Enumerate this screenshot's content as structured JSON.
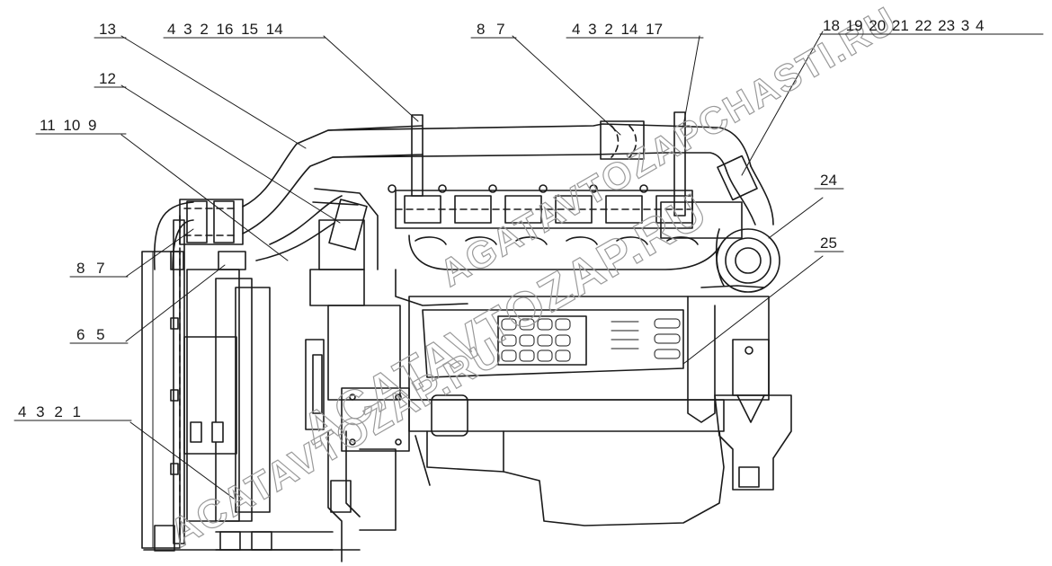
{
  "watermark": {
    "main": "ACATAVTOZAP.RU",
    "top": "AGATAVTOZAPCHASTI.RU",
    "bottom": "ACATAVTOZAP.RU"
  },
  "callouts": [
    {
      "id": "c-13",
      "text": "13"
    },
    {
      "id": "c-4-3-2-16-15-14a",
      "text": "4 3 2 16 15 14"
    },
    {
      "id": "c-8-7-top",
      "text": "8 7"
    },
    {
      "id": "c-4-3-2-14-17",
      "text": "4 3 2 14 17"
    },
    {
      "id": "c-18-23-3-4",
      "text": "18 19 20 21 22 23 3 4"
    },
    {
      "id": "c-12",
      "text": "12"
    },
    {
      "id": "c-11-10-9",
      "text": "11 10 9"
    },
    {
      "id": "c-24",
      "text": "24"
    },
    {
      "id": "c-25",
      "text": "25"
    },
    {
      "id": "c-8-7-left",
      "text": "8 7"
    },
    {
      "id": "c-6-5",
      "text": "6 5"
    },
    {
      "id": "c-4-3-2-1",
      "text": "4 3 2 1"
    }
  ]
}
